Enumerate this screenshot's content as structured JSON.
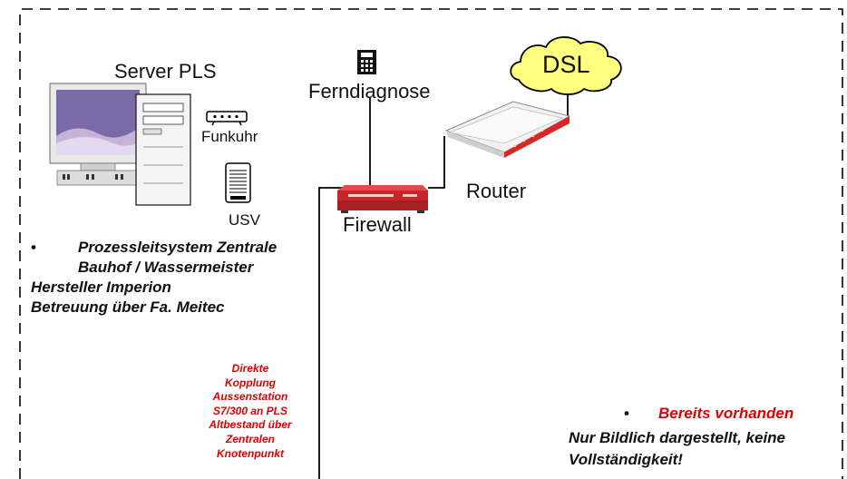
{
  "colors": {
    "accent_red": "#e00000",
    "cloud_fill": "#ffff80",
    "firewall_red": "#c8262b",
    "router_red": "#d9262b"
  },
  "devices": {
    "server": {
      "label": "Server PLS",
      "icon": "computer-server-icon"
    },
    "clock": {
      "label": "Funkuhr",
      "icon": "radio-clock-icon"
    },
    "ups": {
      "label": "USV",
      "icon": "ups-icon"
    },
    "remote": {
      "label": "Ferndiagnose",
      "icon": "phone-icon"
    },
    "firewall": {
      "label": "Firewall",
      "icon": "firewall-icon"
    },
    "router": {
      "label": "Router",
      "icon": "router-icon"
    },
    "dsl": {
      "label": "DSL",
      "icon": "cloud-icon"
    }
  },
  "system_note": {
    "bullet": "•",
    "line1": "Prozessleitsystem Zentrale",
    "line2": "Bauhof / Wassermeister",
    "line3": "Hersteller Imperion",
    "line4": "Betreuung über Fa. Meitec"
  },
  "coupling_note": {
    "lines": [
      "Direkte",
      "Kopplung",
      "Aussenstation",
      "S7/300 an PLS",
      "Altbestand über",
      "Zentralen",
      "Knotenpunkt"
    ]
  },
  "existing_note": {
    "bullet": "•",
    "heading": "Bereits vorhanden",
    "line1": "Nur Bildlich dargestellt, keine",
    "line2": "Vollständigkeit!"
  }
}
